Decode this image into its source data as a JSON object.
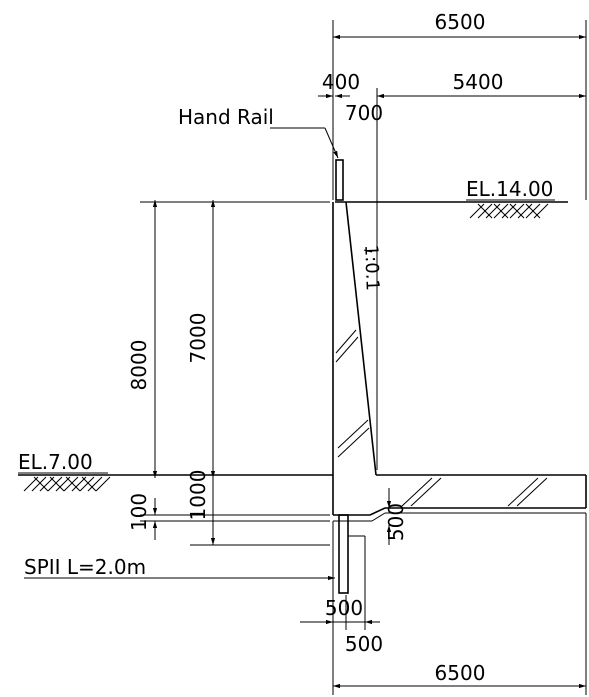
{
  "labels": {
    "top_total": "6500",
    "top_left": "400",
    "top_right": "5400",
    "top_mid": "700",
    "hand_rail": "Hand Rail",
    "el_top": "EL.14.00",
    "el_bottom": "EL.7.00",
    "h_total": "8000",
    "h_wall": "7000",
    "h_slab": "1000",
    "h_lean": "100",
    "batter": "1:0.1",
    "key_depth": "500",
    "sheet_pile": "SPII L=2.0m",
    "key_w1": "500",
    "key_w2": "500",
    "bottom_total": "6500"
  }
}
